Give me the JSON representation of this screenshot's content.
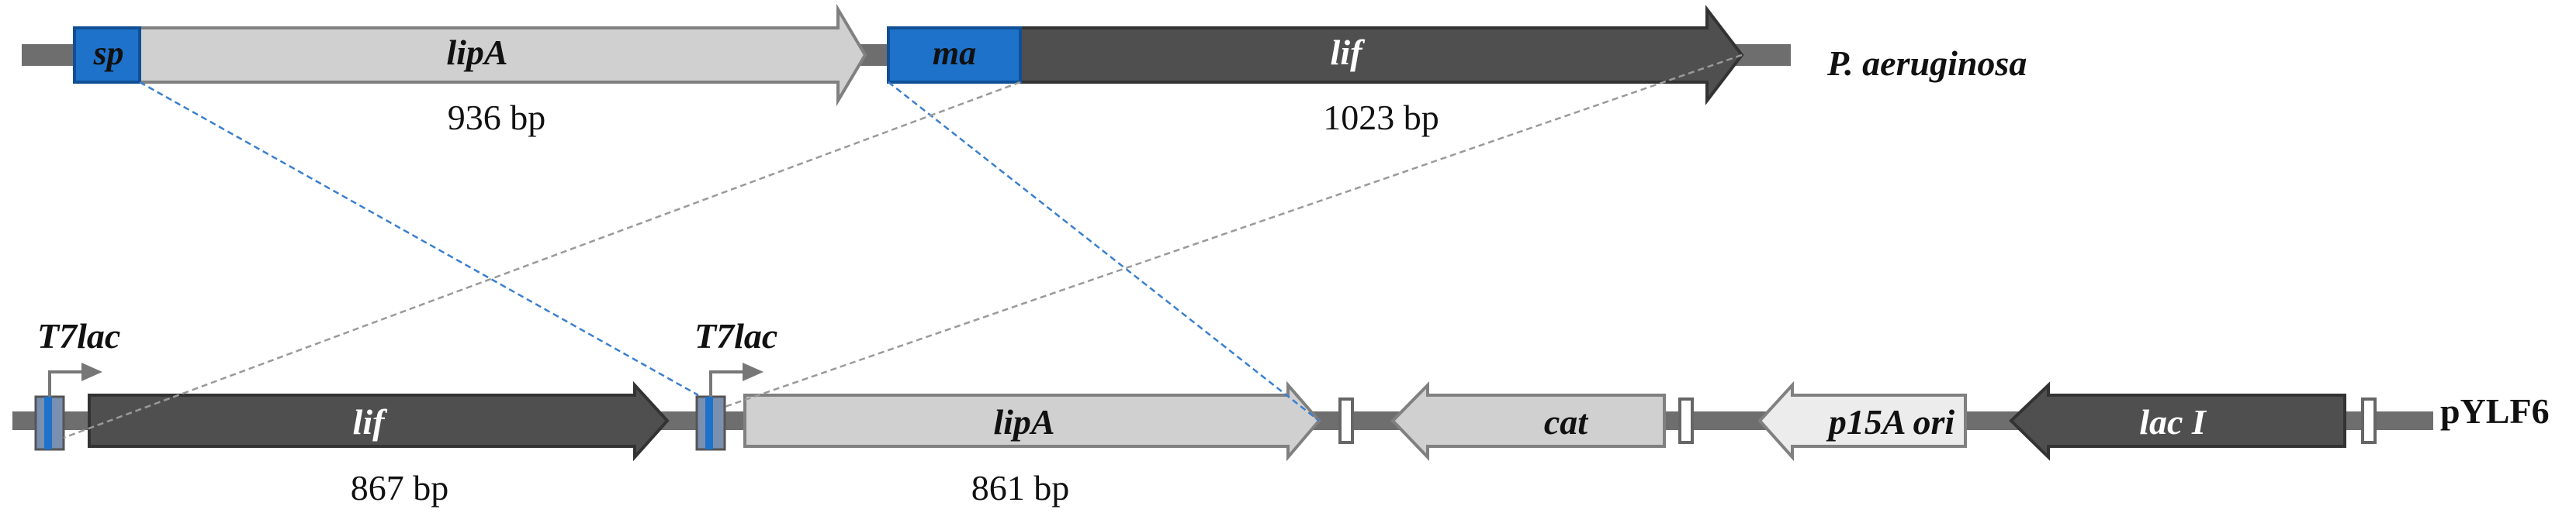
{
  "organism_label": "P. aeruginosa",
  "plasmid_label": "pYLF6",
  "top_operon": {
    "signal_peptide": "sp",
    "lipA": {
      "label": "lipA",
      "size": "936 bp"
    },
    "membrane_anchor": "ma",
    "lif": {
      "label": "lif",
      "size": "1023 bp"
    }
  },
  "plasmid": {
    "promoter1": "T7lac",
    "lif": {
      "label": "lif",
      "size": "867 bp"
    },
    "promoter2": "T7lac",
    "lipA": {
      "label": "lipA",
      "size": "861 bp"
    },
    "cat": "cat",
    "ori": "p15A ori",
    "lacI": "lac I"
  },
  "colors": {
    "backbone": "#6e6e6e",
    "dark_gene": "#4f4f4f",
    "light_gene": "#d0d0d0",
    "lightest_gene": "#ececec",
    "domain_blue": "#1f72c9",
    "blue_link": "#3a7fd0",
    "gray_link": "#9a9a9a"
  }
}
